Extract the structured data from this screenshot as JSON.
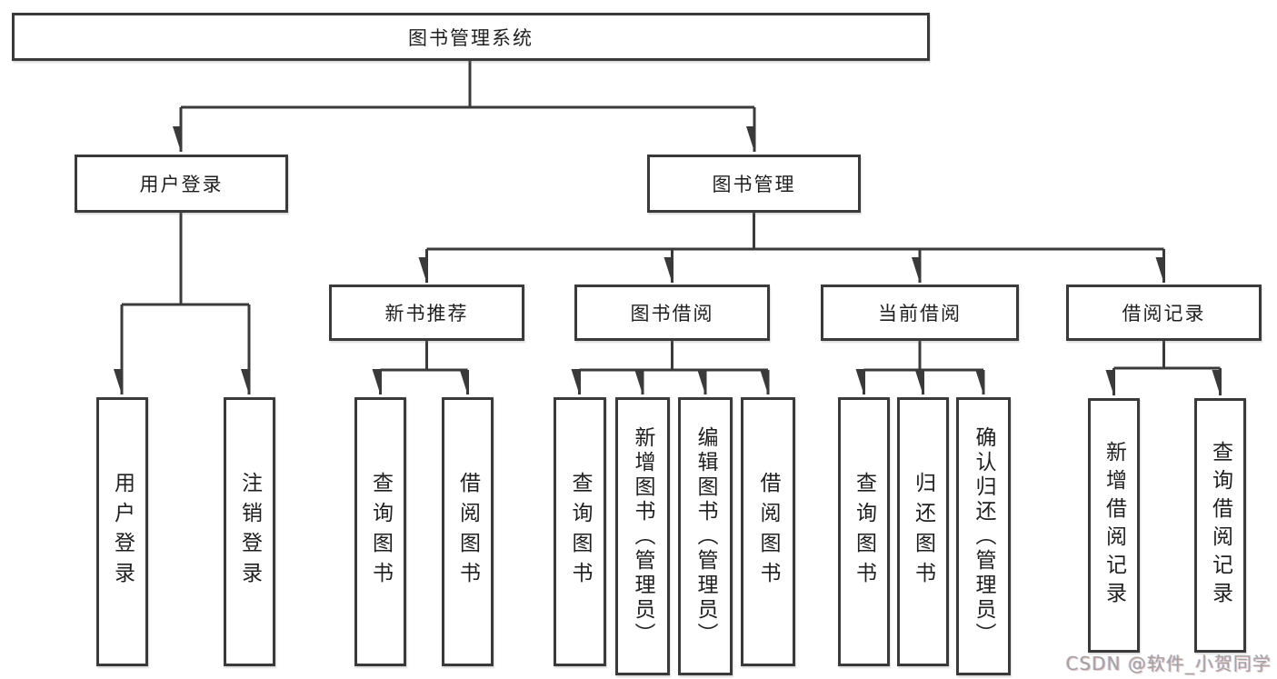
{
  "diagram": {
    "root": "图书管理系统",
    "branches": {
      "user_login": "用户登录",
      "book_management": "图书管理"
    },
    "modules": {
      "new_books": "新书推荐",
      "book_borrowing": "图书借阅",
      "current_borrowing": "当前借阅",
      "borrowing_records": "借阅记录"
    },
    "leaves": {
      "user_login": [
        "用户登录",
        "注销登录"
      ],
      "new_books": [
        "查询图书",
        "借阅图书"
      ],
      "book_borrowing": [
        "查询图书",
        "新增图书（管理员）",
        "编辑图书（管理员）",
        "借阅图书"
      ],
      "current_borrowing": [
        "查询图书",
        "归还图书",
        "确认归还（管理员）"
      ],
      "borrowing_records": [
        "新增借阅记录",
        "查询借阅记录"
      ]
    }
  },
  "watermark": "CSDN @软件_小贺同学",
  "colors": {
    "line": "#3a3a3a",
    "text": "#1f1f1f",
    "watermark": "#a3a3a3",
    "background": "#ffffff"
  }
}
